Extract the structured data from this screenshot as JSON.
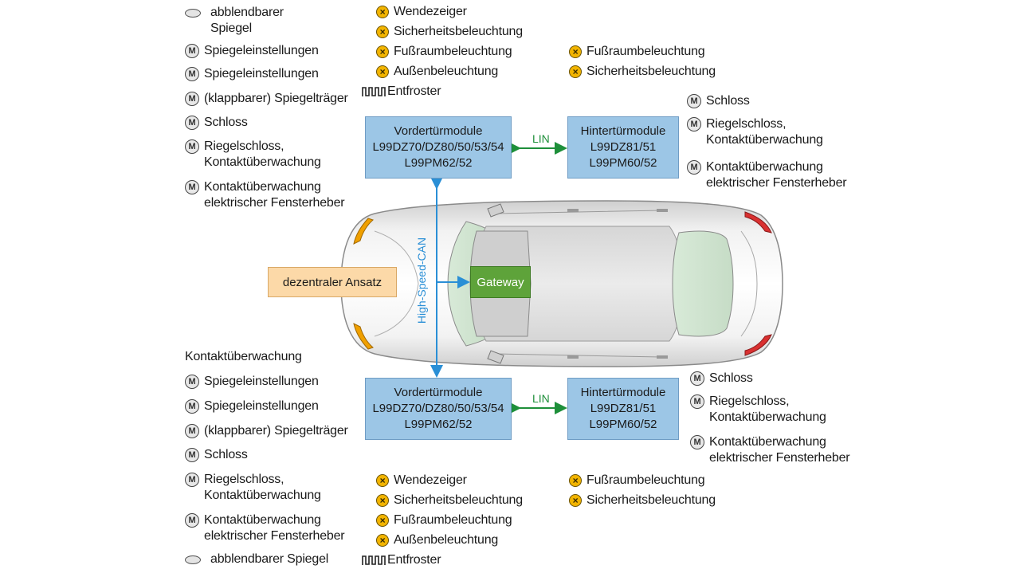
{
  "colors": {
    "module_fill": "#9cc6e6",
    "gateway_fill": "#5ea33a",
    "dezentral_fill": "#fcd9a8",
    "lin_line": "#1e8f3a",
    "can_line": "#2a8fd6",
    "lamp": "#f2b400"
  },
  "icons": {
    "motor": "M",
    "lamp": "⊗",
    "mirror": "mirror-oval-icon",
    "heater": "defroster-wave-icon"
  },
  "front_top_left": {
    "mirror": "abblendbarer\nSpiegel",
    "items": [
      "Spiegeleinstellungen",
      "Spiegeleinstellungen",
      "(klappbarer) Spiegelträger",
      "Schloss",
      "Riegelschloss,\nKontaktüberwachung",
      "Kontaktüberwachung\nelektrischer Fensterheber"
    ]
  },
  "front_top_lights": {
    "items": [
      "Wendezeiger",
      "Sicherheitsbeleuchtung",
      "Fußraumbeleuchtung",
      "Außenbeleuchtung"
    ],
    "heater": "Entfroster"
  },
  "rear_top_lights": {
    "items": [
      "Fußraumbeleuchtung",
      "Sicherheitsbeleuchtung"
    ]
  },
  "rear_top_right": {
    "items": [
      "Schloss",
      "Riegelschloss,\nKontaktüberwachung",
      "Kontaktüberwachung\nelektrischer Fensterheber"
    ]
  },
  "front_module_top": {
    "title": "Vordertürmodule",
    "line1": "L99DZ70/DZ80/50/53/54",
    "line2": "L99PM62/52"
  },
  "rear_module_top": {
    "title": "Hintertürmodule",
    "line1": "L99DZ81/51",
    "line2": "L99PM60/52"
  },
  "front_module_bottom": {
    "title": "Vordertürmodule",
    "line1": "L99DZ70/DZ80/50/53/54",
    "line2": "L99PM62/52"
  },
  "rear_module_bottom": {
    "title": "Hintertürmodule",
    "line1": "L99DZ81/51",
    "line2": "L99PM60/52"
  },
  "lin_top": "LIN",
  "lin_bottom": "LIN",
  "can_label": "High-Speed-CAN",
  "gateway": "Gateway",
  "dezentral": "dezentraler Ansatz",
  "front_bottom_left": {
    "heading": "Kontaktüberwachung",
    "items": [
      "Spiegeleinstellungen",
      "Spiegeleinstellungen",
      "(klappbarer) Spiegelträger",
      "Schloss",
      "Riegelschloss,\nKontaktüberwachung",
      "Kontaktüberwachung\nelektrischer Fensterheber"
    ],
    "mirror": "abblendbarer Spiegel"
  },
  "front_bottom_lights": {
    "items": [
      "Wendezeiger",
      "Sicherheitsbeleuchtung",
      "Fußraumbeleuchtung",
      "Außenbeleuchtung"
    ],
    "heater": "Entfroster"
  },
  "rear_bottom_lights": {
    "items": [
      "Fußraumbeleuchtung",
      "Sicherheitsbeleuchtung"
    ]
  },
  "rear_bottom_right": {
    "items": [
      "Schloss",
      "Riegelschloss,\nKontaktüberwachung",
      "Kontaktüberwachung\nelektrischer Fensterheber"
    ]
  }
}
